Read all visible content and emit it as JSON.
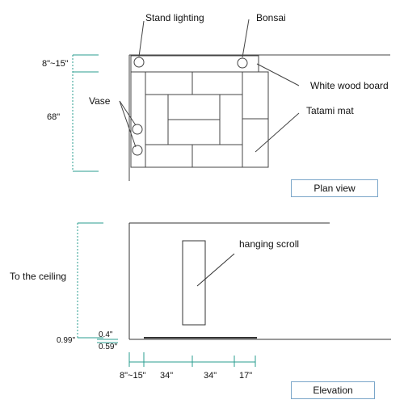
{
  "plan": {
    "title": "Plan view",
    "labels": {
      "stand_lighting": "Stand lighting",
      "bonsai": "Bonsai",
      "white_wood_board": "White wood board",
      "tatami_mat": "Tatami mat",
      "vase": "Vase"
    },
    "dimensions": {
      "top_depth": "8\"~15\"",
      "height": "68\""
    }
  },
  "elevation": {
    "title": "Elevation",
    "labels": {
      "hanging_scroll": "hanging scroll",
      "to_the_ceiling": "To the ceiling"
    },
    "dimensions": {
      "floor_left": "0.99\"",
      "floor_step": "0.4\"",
      "floor_right": "0.59\"",
      "bottom_1": "8\"~15\"",
      "bottom_2": "34\"",
      "bottom_3": "34\"",
      "bottom_4": "17\""
    }
  },
  "colors": {
    "line": "#333333",
    "dimension": "#2a9d8f",
    "view_box_border": "#7aa6c9"
  }
}
